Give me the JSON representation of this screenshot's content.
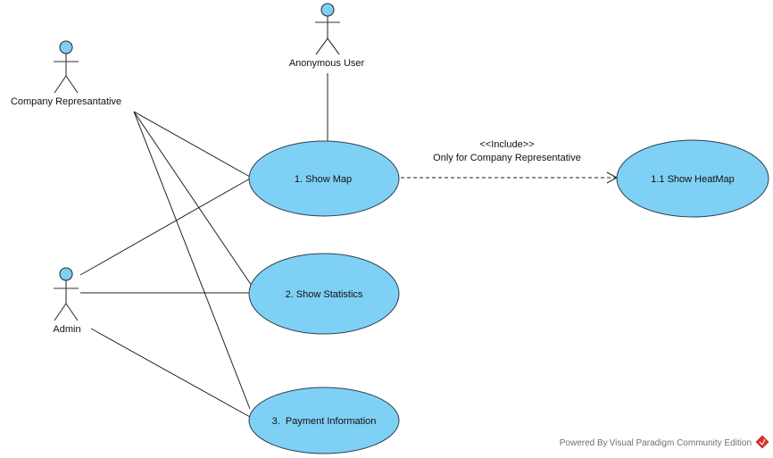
{
  "actors": {
    "anonymous_user": "Anonymous User",
    "company_rep": "Company Represantative",
    "admin": "Admin"
  },
  "use_cases": {
    "show_map": "1. Show Map",
    "show_statistics": "2. Show Statistics",
    "payment_information": "3.  Payment Information",
    "show_heatmap": "1.1 Show HeatMap"
  },
  "dependency": {
    "stereotype": "<<Include>>",
    "note": "Only for Company Representative"
  },
  "footer": {
    "text": "Powered By Visual Paradigm Community Edition"
  },
  "colors": {
    "use_case_fill": "#7fd0f5",
    "actor_head_fill": "#7fd0f5",
    "logo_red": "#d9342b"
  }
}
